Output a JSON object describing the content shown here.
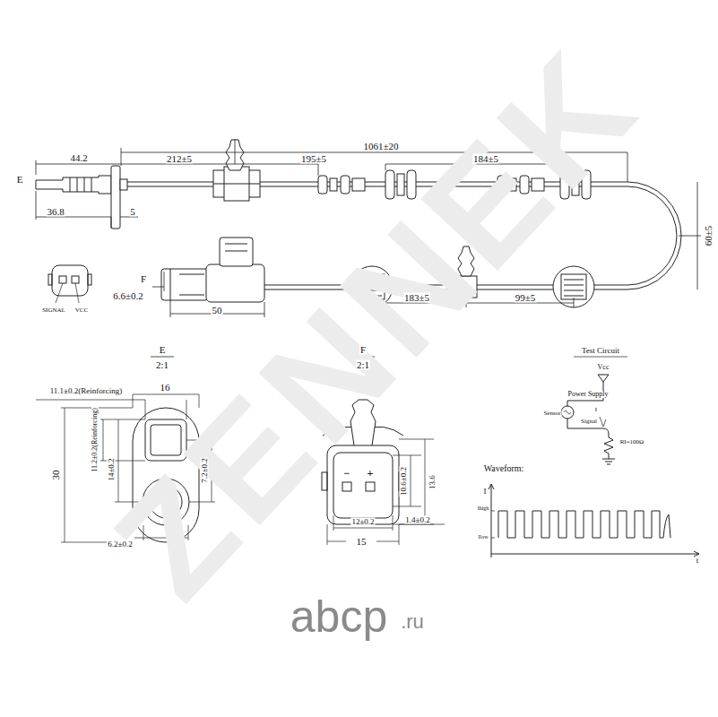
{
  "diagram": {
    "labels": [
      "E",
      "44.2",
      "36.8",
      "5",
      "212±5",
      "195±5",
      "1061±20",
      "184±5",
      "60±5",
      "F",
      "6.6±0.2",
      "50",
      "183±5",
      "99±5",
      "SIGNAL",
      "VCC",
      "E",
      "2:1",
      "11.1±0.2(Reinforcing)",
      "16",
      "30",
      "11.2±0.2(Reinforcing)",
      "14±0.2",
      "7.2±0.2",
      "6.2±0.2",
      "F",
      "2:1",
      "10.6±0.2",
      "13.6",
      "−",
      "+",
      "12±0.2",
      "1.4±0.2",
      "15",
      "Test Circuit",
      "Vcc",
      "Power Supply",
      "Sensor",
      "I",
      "Signal",
      "RI=100Ω",
      "Waveform:",
      "I",
      "Ihigh",
      "Ilow",
      "t",
      "ZENNEK",
      "abcp",
      ".ru"
    ]
  }
}
